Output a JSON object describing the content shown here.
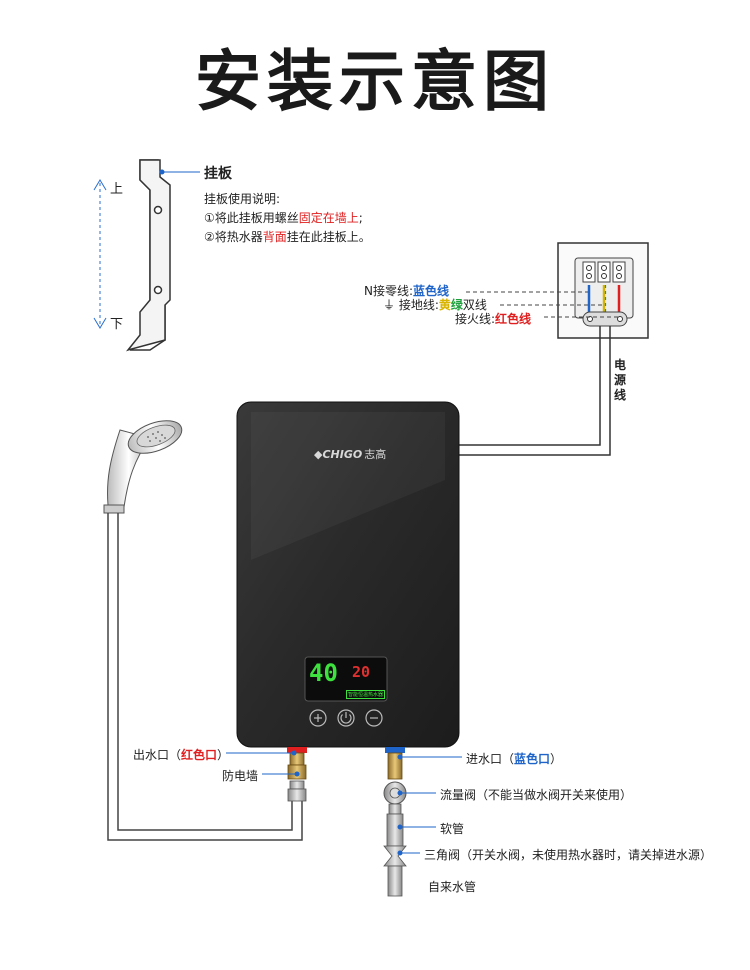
{
  "title": "安装示意图",
  "bracket": {
    "up": "上",
    "down": "下",
    "name": "挂板",
    "usage_title": "挂板使用说明:",
    "line1_a": "①将此挂板用螺丝",
    "line1_b": "固定在墙上",
    "line1_c": ";",
    "line2_a": "②将热水器",
    "line2_b": "背面",
    "line2_c": "挂在此挂板上。"
  },
  "wiring": {
    "neutral_label": "N接零线:",
    "neutral_color": "蓝色线",
    "ground_label": "接地线:",
    "ground_color_1": "黄",
    "ground_color_2": "绿",
    "ground_color_3": "双线",
    "live_label": "接火线:",
    "live_color": "红色线",
    "power_cable": "电源线"
  },
  "heater": {
    "brand_en": "CHIGO",
    "brand_cn": "志高",
    "display_temp": "40",
    "display_set": "20",
    "display_tag": "智能恒温热水器",
    "btn_plus": "+",
    "btn_minus": "−"
  },
  "pipes": {
    "outlet_a": "出水口（",
    "outlet_b": "红色口",
    "outlet_c": "）",
    "wall": "防电墙",
    "inlet_a": "进水口（",
    "inlet_b": "蓝色口",
    "inlet_c": "）",
    "flow_valve": "流量阀（不能当做水阀开关来使用）",
    "hose": "软管",
    "tee_valve": "三角阀（开关水阀，未使用热水器时，请关掉进水源）",
    "tap_water": "自来水管"
  },
  "colors": {
    "blue": "#1f64c8",
    "red": "#e02020",
    "yellow": "#d8b400",
    "green": "#1ea03c",
    "heater_body": "#2b2b2b",
    "display_green": "#3ee23e"
  }
}
